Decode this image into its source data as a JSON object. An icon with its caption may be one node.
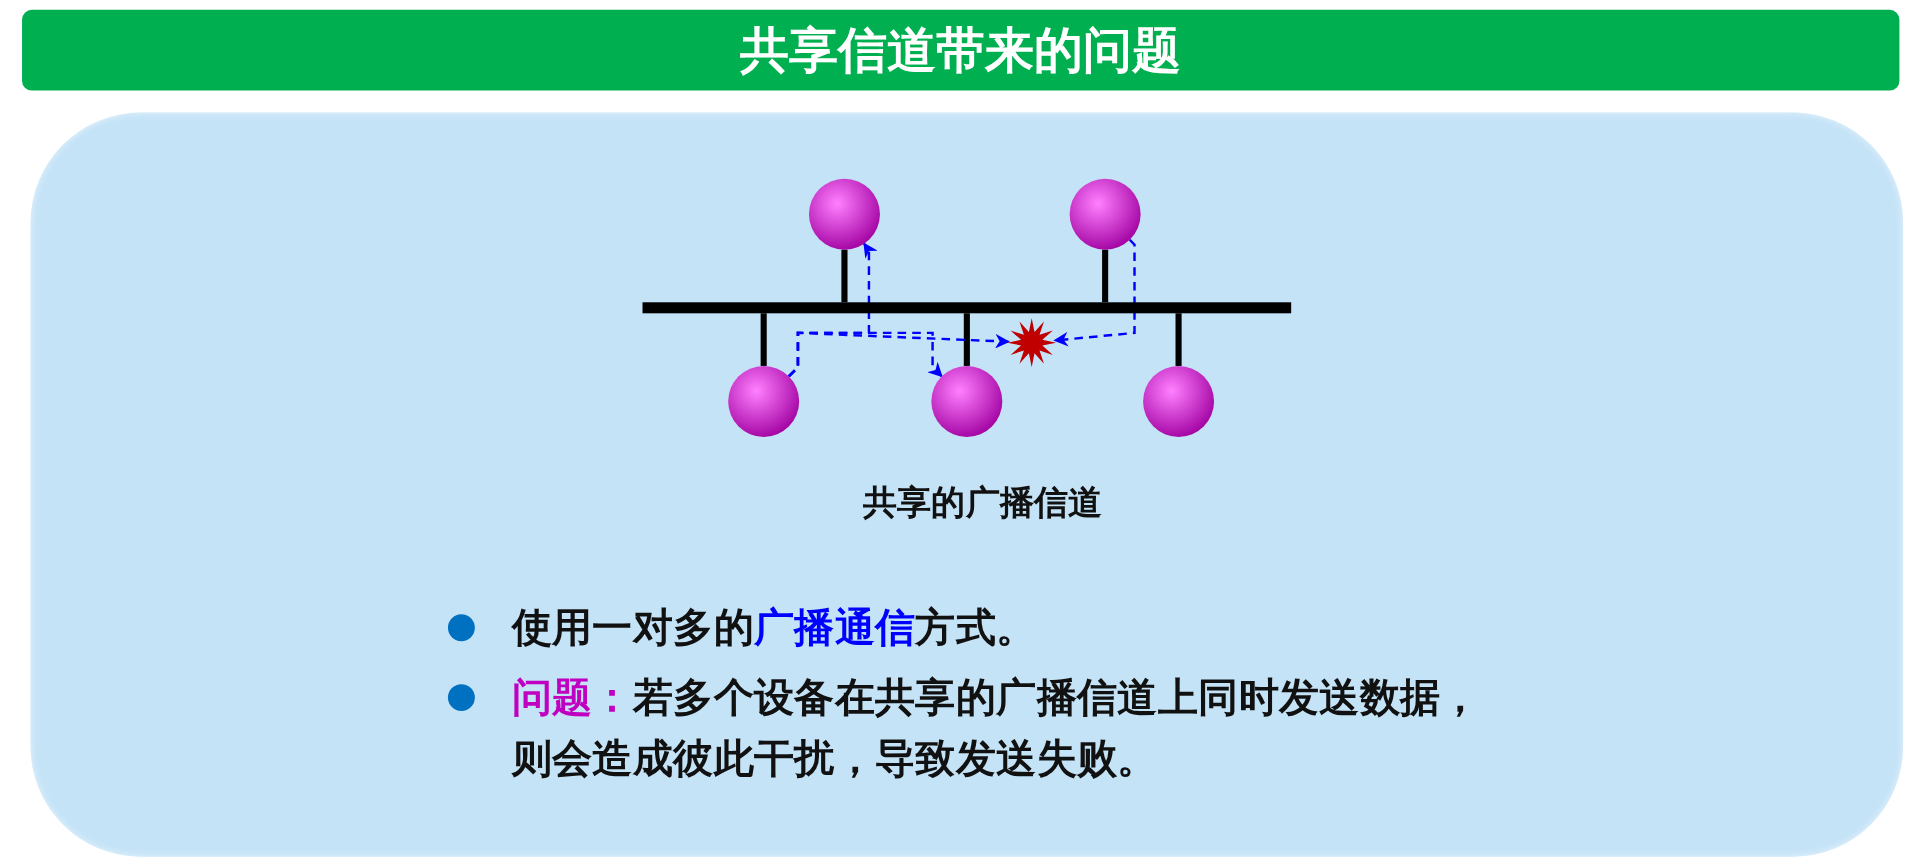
{
  "diagram": {
    "title": "共享信道带来的问题",
    "nodes": [
      {
        "text": [],
        "shape": "circle"
      },
      {
        "text": [],
        "shape": "circle"
      },
      {
        "text": [],
        "shape": "bar"
      },
      {
        "text": [],
        "shape": "circle"
      },
      {
        "text": [],
        "shape": "circle"
      },
      {
        "text": [],
        "shape": "circle"
      },
      {
        "text": [],
        "shape": "star"
      }
    ],
    "edges": [
      {
        "from": 0,
        "to": 2,
        "arrow": "none"
      },
      {
        "from": 1,
        "to": 2,
        "arrow": "none"
      },
      {
        "from": 3,
        "to": 2,
        "arrow": "none"
      },
      {
        "from": 4,
        "to": 2,
        "arrow": "none"
      },
      {
        "from": 5,
        "to": 2,
        "arrow": "none"
      },
      {
        "from": 3,
        "to": 0,
        "arrow": "to",
        "style": "dashed",
        "color": "#0000ff"
      },
      {
        "from": 3,
        "to": 4,
        "arrow": "to",
        "style": "dashed",
        "color": "#0000ff"
      },
      {
        "from": 3,
        "to": 6,
        "arrow": "to",
        "style": "dashed",
        "color": "#0000ff"
      },
      {
        "from": 1,
        "to": 6,
        "arrow": "to",
        "style": "dashed",
        "color": "#0000ff"
      }
    ],
    "caption": "共享的广播信道",
    "labels": [
      "使用一对多的**广播通信**方式。",
      "**问题：**若多个设备在共享的广播信道上同时发送数据，则会造成彼此干扰，导致发送失败。"
    ]
  }
}
